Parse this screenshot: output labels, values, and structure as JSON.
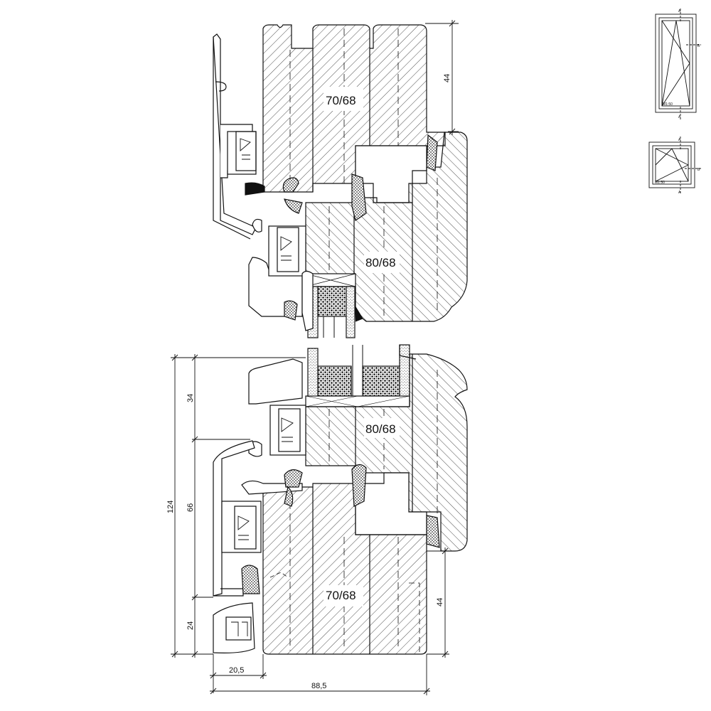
{
  "labels": {
    "frame_top": "70/68",
    "sash_top": "80/68",
    "sash_bottom": "80/68",
    "frame_bottom": "70/68"
  },
  "dimensions": {
    "top_44": "44",
    "bottom_44": "44",
    "left_124": "124",
    "left_34": "34",
    "left_66": "66",
    "left_24": "24",
    "bottom_20_5": "20,5",
    "bottom_88_5": "88,5"
  },
  "thumbnails": {
    "tilt_turn": {
      "scale": "M1:50",
      "a_top": "A",
      "a_bottom": "A",
      "b": "B"
    },
    "square": {
      "scale": "M1:50",
      "a_top": "A",
      "a_bottom": "A",
      "b": "B"
    }
  },
  "colors": {
    "line": "#111111",
    "background": "#ffffff"
  }
}
